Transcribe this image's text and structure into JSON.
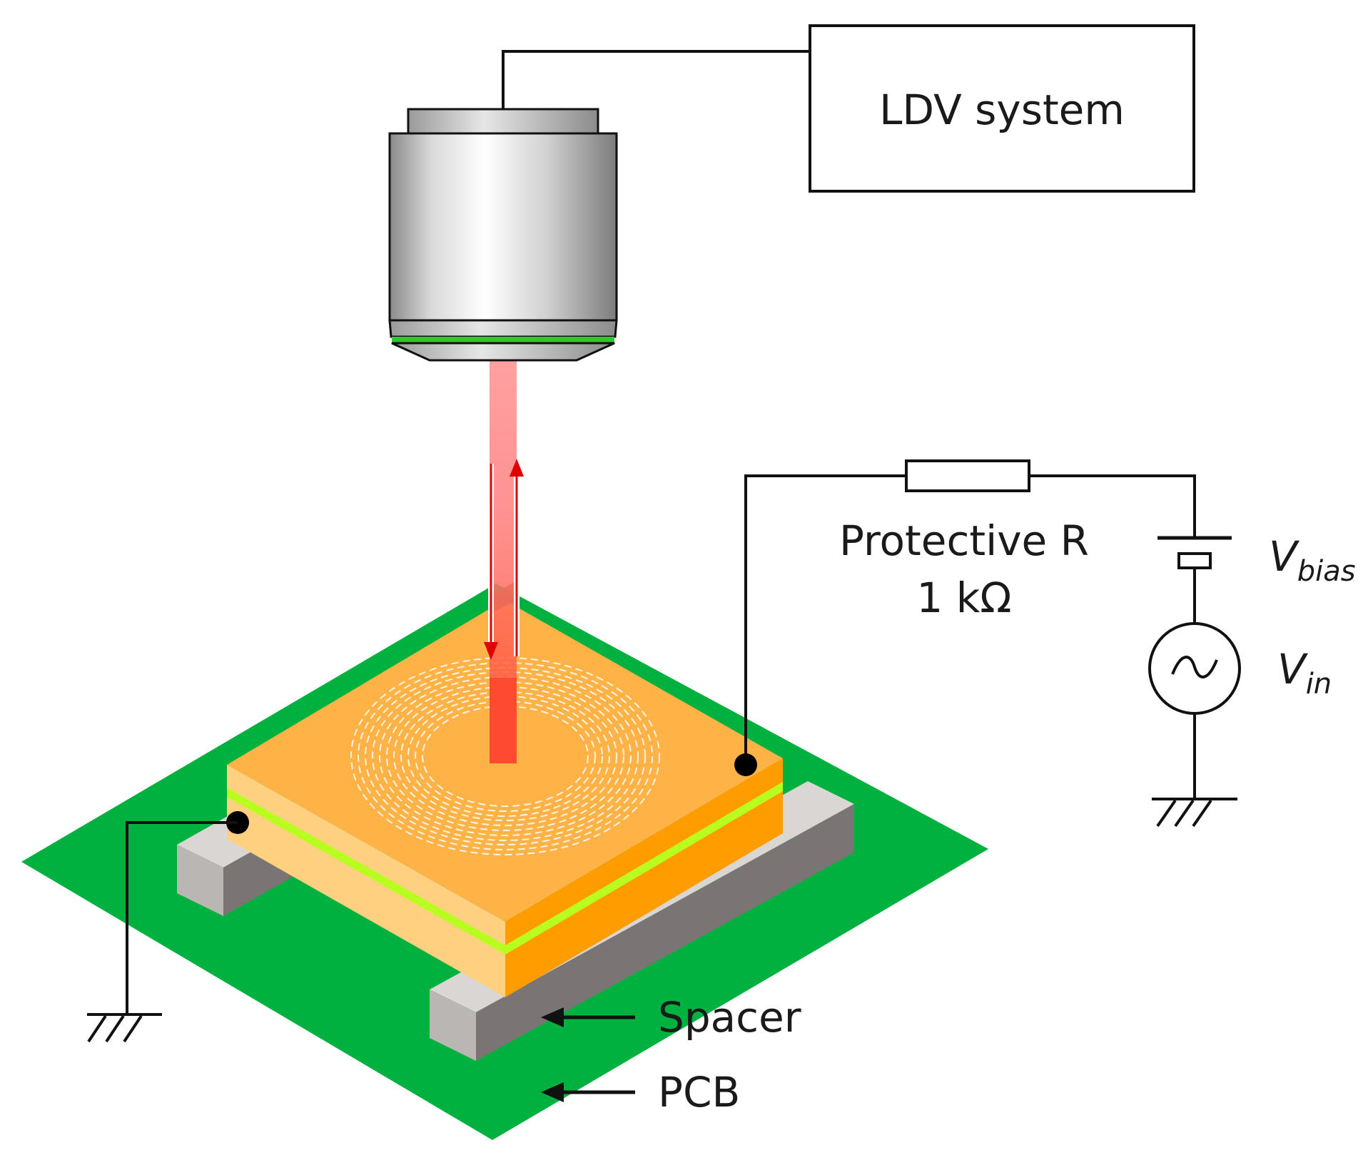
{
  "labels": {
    "ldv_system": "LDV system",
    "protective_r": "Protective R",
    "resistance_value": "1 kΩ",
    "v_bias_main": "V",
    "v_bias_sub": "bias",
    "v_in_main": "V",
    "v_in_sub": "in",
    "spacer": "Spacer",
    "pcb": "PCB"
  },
  "colors": {
    "pcb": "#00b140",
    "device_top": "#ffb347",
    "device_left": "#ffd080",
    "device_right": "#ff9d00",
    "electrode_layer": "#b8ff1f",
    "spacer_top": "#d9d6d3",
    "spacer_left": "#b9b6b3",
    "spacer_right": "#7a7574",
    "laser": "#ff4a32",
    "arrow": "#e10000",
    "lens_ring": "#32c832",
    "wire": "#111111"
  }
}
